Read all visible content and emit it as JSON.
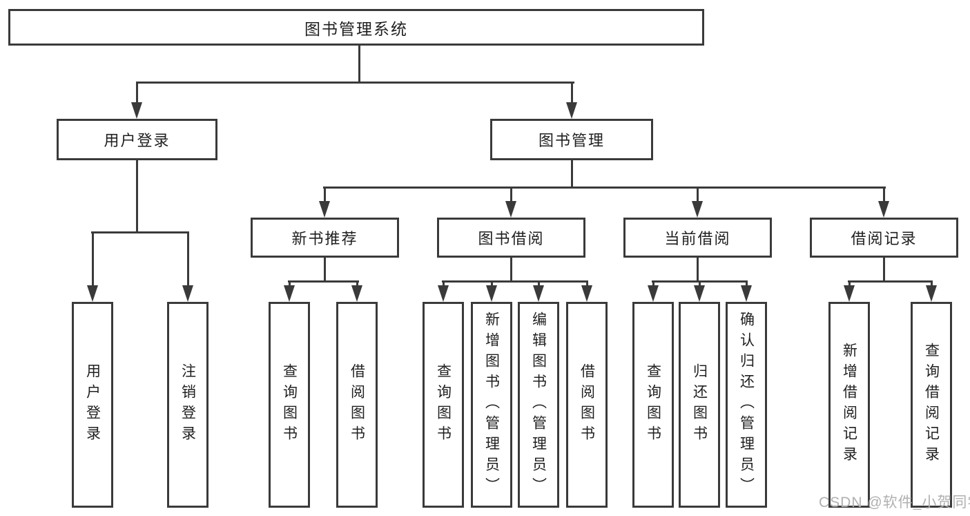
{
  "diagram_title": "图书管理系统",
  "tree": {
    "root": {
      "label": "图书管理系统"
    },
    "level2": [
      {
        "id": "user-login",
        "label": "用户登录"
      },
      {
        "id": "book-management",
        "label": "图书管理"
      }
    ],
    "level3": [
      {
        "id": "new-book-recommend",
        "label": "新书推荐"
      },
      {
        "id": "book-borrowing",
        "label": "图书借阅"
      },
      {
        "id": "current-borrowing",
        "label": "当前借阅"
      },
      {
        "id": "borrowing-records",
        "label": "借阅记录"
      }
    ],
    "leaves": [
      {
        "group": "user-login",
        "label": "用户登录"
      },
      {
        "group": "user-login",
        "label": "注销登录"
      },
      {
        "group": "new-book-recommend",
        "label": "查询图书"
      },
      {
        "group": "new-book-recommend",
        "label": "借阅图书"
      },
      {
        "group": "book-borrowing",
        "label": "查询图书"
      },
      {
        "group": "book-borrowing",
        "label": "新增图书（管理员）"
      },
      {
        "group": "book-borrowing",
        "label": "编辑图书（管理员）"
      },
      {
        "group": "book-borrowing",
        "label": "借阅图书"
      },
      {
        "group": "current-borrowing",
        "label": "查询图书"
      },
      {
        "group": "current-borrowing",
        "label": "归还图书"
      },
      {
        "group": "current-borrowing",
        "label": "确认归还（管理员）"
      },
      {
        "group": "borrowing-records",
        "label": "新增借阅记录"
      },
      {
        "group": "borrowing-records",
        "label": "查询借阅记录"
      }
    ]
  },
  "watermark": {
    "text": "CSDN @软件_小贺同学"
  },
  "colors": {
    "line": "#3a3a3a",
    "text": "#1f1f1f",
    "watermark": "#b0b0b0",
    "background": "#ffffff"
  }
}
